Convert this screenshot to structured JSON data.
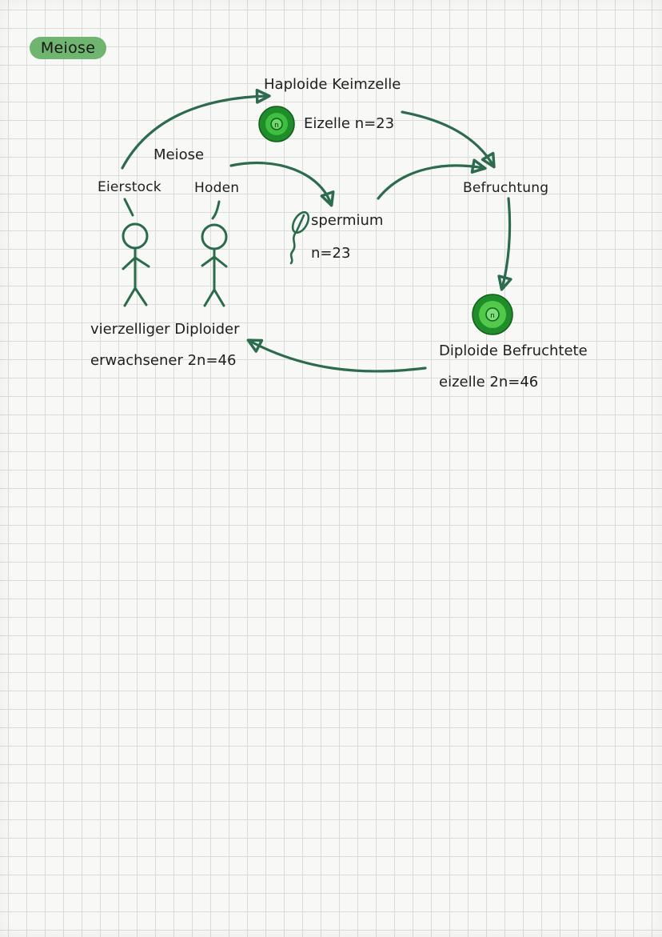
{
  "title": "Meiose",
  "labels": {
    "haploid_title": "Haploide Keimzelle",
    "egg_label": "Eizelle n=23",
    "meiosis_label": "Meiose",
    "ovary_label": "Eierstock",
    "testes_label": "Hoden",
    "sperm_label": "spermium",
    "sperm_count": "n=23",
    "fertilization_label": "Befruchtung",
    "adult_line1": "vierzelliger Diploider",
    "adult_line2": "erwachsener 2n=46",
    "zygote_line1": "Diploide Befruchtete",
    "zygote_line2": "eizelle 2n=46",
    "nucleus_symbol": "n"
  },
  "colors": {
    "arrow": "#2c6b4d",
    "cell_outer": "#1f8d2a",
    "cell_inner": "#3fbf3f",
    "zygote_outer": "#1f8d2a",
    "zygote_inner": "#52c94a",
    "figure": "#2a6b4a",
    "badge": "#6fb56f"
  },
  "icons": [
    "egg-cell-icon",
    "sperm-icon",
    "zygote-icon",
    "female-figure-icon",
    "male-figure-icon"
  ]
}
